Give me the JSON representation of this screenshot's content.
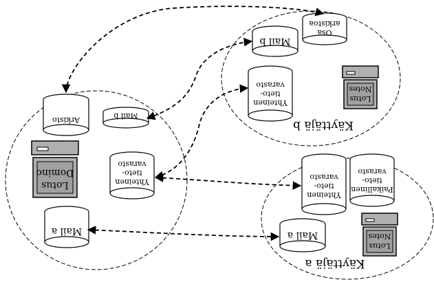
{
  "groups": {
    "server": {
      "name": ""
    },
    "user_b": {
      "name": "Käyttäjä b"
    },
    "user_a": {
      "name": "Käyttäjä a"
    }
  },
  "computers": {
    "server": {
      "line1": "Lotus",
      "line2": "Domino"
    },
    "user_b": {
      "line1": "Lotus",
      "line2": "Notes"
    },
    "user_a": {
      "line1": "Lotus",
      "line2": "Notes"
    }
  },
  "databases": {
    "server_archive": {
      "lines": [
        "Arkisto"
      ]
    },
    "server_mail_b": {
      "lines": [
        "Mail b"
      ]
    },
    "server_shared": {
      "lines": [
        "Yhteinen",
        "tieto-",
        "varasto"
      ]
    },
    "server_mail_a": {
      "lines": [
        "Mail a"
      ]
    },
    "b_mail_b": {
      "lines": [
        "Mail b"
      ]
    },
    "b_archive_part": {
      "lines": [
        "Osa",
        "arkistoa"
      ]
    },
    "b_shared": {
      "lines": [
        "Yhteinen",
        "tieto-",
        "varasto"
      ]
    },
    "a_shared": {
      "lines": [
        "Yhteinen",
        "tieto-",
        "varasto"
      ]
    },
    "a_private": {
      "lines": [
        "Paikallinen",
        "tieto-",
        "varasto"
      ]
    },
    "a_mail_a": {
      "lines": [
        "Mail a"
      ]
    }
  },
  "note": {
    "orientation": "rotated 180°"
  },
  "colors": {
    "ink": "#000000",
    "background": "#ffffff",
    "computer_body": "#b0b0b0",
    "computer_screen": "#a0a0a0"
  },
  "icons": {
    "computer": "computer-icon",
    "database": "database-cylinder-icon"
  }
}
